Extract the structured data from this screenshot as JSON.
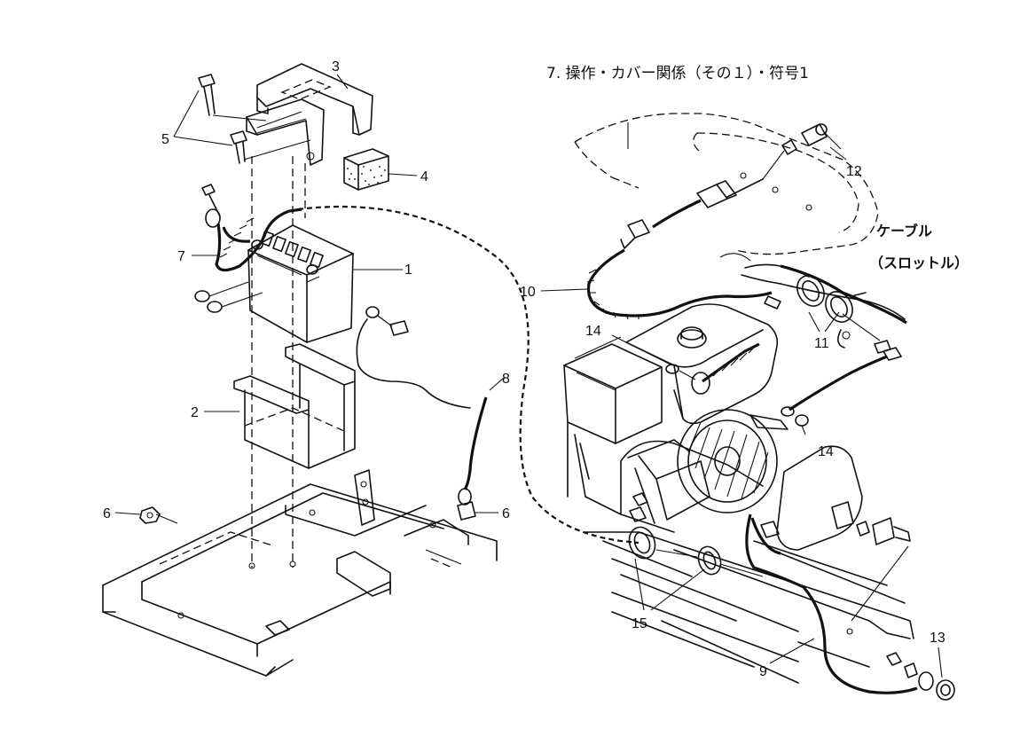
{
  "title": "7. 操作・カバー関係（その１）・符号1",
  "cable_note": {
    "line1": "ケーブル",
    "line2": "（スロットル）"
  },
  "callouts": {
    "c1": "1",
    "c2": "2",
    "c3": "3",
    "c4": "4",
    "c5": "5",
    "c6a": "6",
    "c6b": "6",
    "c7": "7",
    "c8": "8",
    "c9": "9",
    "c10": "10",
    "c11": "11",
    "c12": "12",
    "c13": "13",
    "c14a": "14",
    "c14b": "14",
    "c15": "15"
  }
}
